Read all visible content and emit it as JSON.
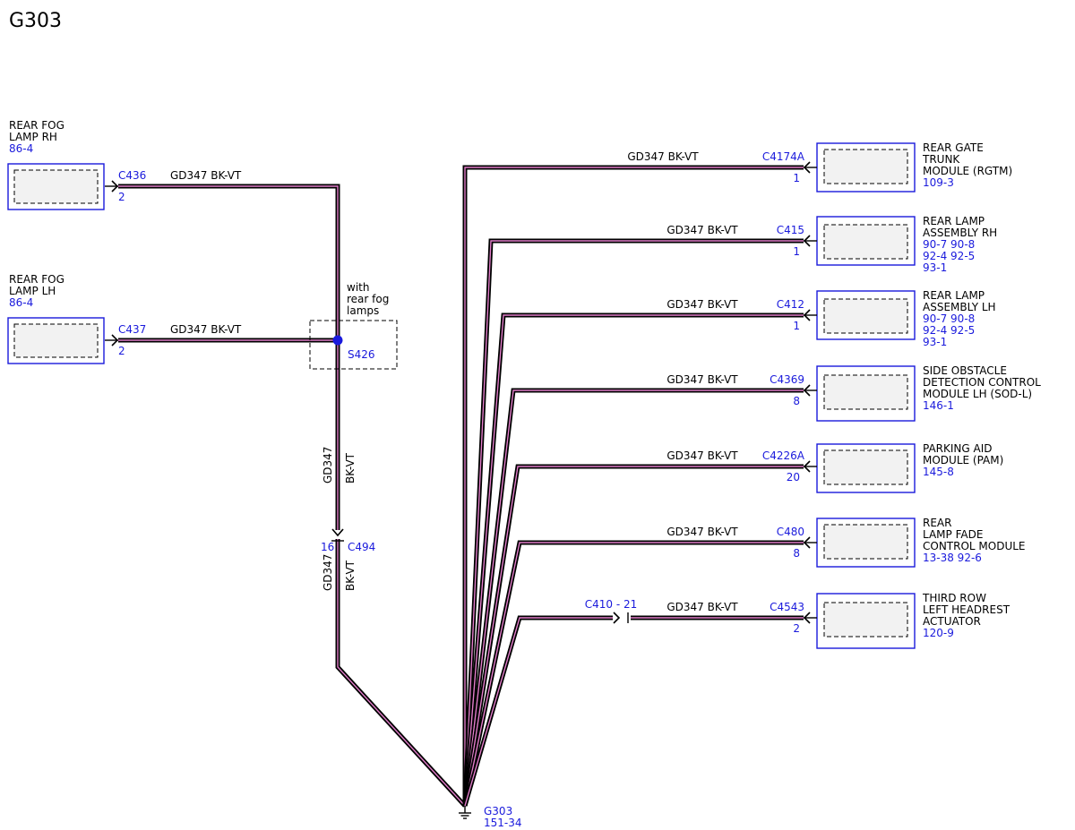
{
  "title": "G303",
  "splice": {
    "name": "S426",
    "note_lines": [
      "with",
      "rear fog",
      "lamps"
    ]
  },
  "inline_connector": {
    "name": "C494",
    "pin": "16"
  },
  "ground": {
    "name": "G303",
    "ref": "151-34"
  },
  "left_wires": [
    {
      "label": "GD347  BK-VT"
    },
    {
      "label": "GD347  BK-VT"
    }
  ],
  "vertical_wire_labels": {
    "upper": "GD347  BK-VT",
    "lower": "GD347  BK-VT"
  },
  "left_modules": [
    {
      "name_lines": [
        "REAR FOG",
        "LAMP RH"
      ],
      "refs": [
        "86-4"
      ],
      "connector": "C436",
      "pin": "2"
    },
    {
      "name_lines": [
        "REAR FOG",
        "LAMP LH"
      ],
      "refs": [
        "86-4"
      ],
      "connector": "C437",
      "pin": "2"
    }
  ],
  "right_modules": [
    {
      "name_lines": [
        "REAR GATE",
        "TRUNK",
        "MODULE (RGTM)"
      ],
      "refs": [
        "109-3"
      ],
      "connector": "C4174A",
      "pin": "1",
      "wire_label": "GD347  BK-VT"
    },
    {
      "name_lines": [
        "REAR LAMP",
        "ASSEMBLY RH"
      ],
      "refs": [
        "90-7  90-8",
        "92-4  92-5",
        "93-1"
      ],
      "connector": "C415",
      "pin": "1",
      "wire_label": "GD347  BK-VT"
    },
    {
      "name_lines": [
        "REAR LAMP",
        "ASSEMBLY LH"
      ],
      "refs": [
        "90-7  90-8",
        "92-4  92-5",
        "93-1"
      ],
      "connector": "C412",
      "pin": "1",
      "wire_label": "GD347  BK-VT"
    },
    {
      "name_lines": [
        "SIDE OBSTACLE",
        "DETECTION CONTROL",
        "MODULE LH (SOD-L)"
      ],
      "refs": [
        "146-1"
      ],
      "connector": "C4369",
      "pin": "8",
      "wire_label": "GD347  BK-VT"
    },
    {
      "name_lines": [
        "PARKING AID",
        "MODULE (PAM)"
      ],
      "refs": [
        "145-8"
      ],
      "connector": "C4226A",
      "pin": "20",
      "wire_label": "GD347  BK-VT"
    },
    {
      "name_lines": [
        "REAR",
        "LAMP FADE",
        "CONTROL MODULE"
      ],
      "refs": [
        "13-38 92-6"
      ],
      "connector": "C480",
      "pin": "8",
      "wire_label": "GD347  BK-VT"
    },
    {
      "name_lines": [
        "THIRD ROW",
        "LEFT HEADREST",
        "ACTUATOR"
      ],
      "refs": [
        "120-9"
      ],
      "connector": "C4543",
      "pin": "2",
      "wire_label": "GD347  BK-VT",
      "inline": "C410 - 21"
    }
  ],
  "colors": {
    "wire": "#000000",
    "wire_stripe": "#e07cc8",
    "reference": "#1a1adc",
    "splice_dot": "#1a1adc"
  }
}
